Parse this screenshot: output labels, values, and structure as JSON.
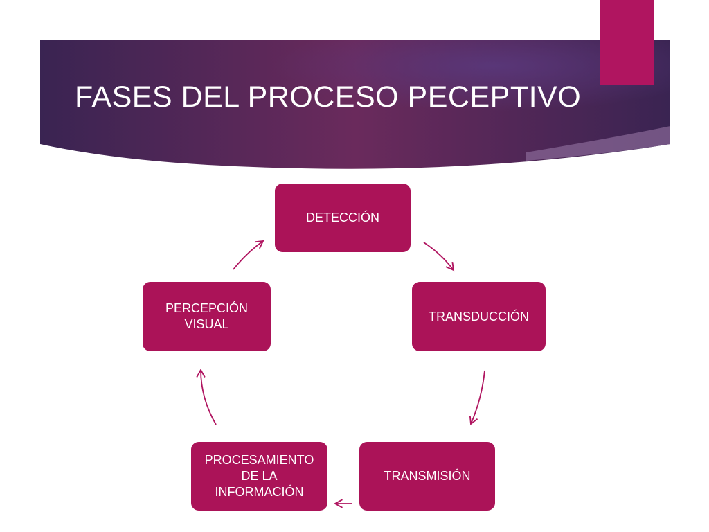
{
  "slide": {
    "title": "FASES DEL PROCESO PECEPTIVO",
    "colors": {
      "banner_dark": "#3a2452",
      "banner_mid": "#6a2a5c",
      "accent": "#b01560",
      "box_fill": "#ab1358",
      "arrow": "#b01560"
    }
  },
  "diagram": {
    "type": "cycle",
    "phases": [
      {
        "label": "DETECCIÓN"
      },
      {
        "label": "TRANSDUCCIÓN"
      },
      {
        "label": "TRANSMISIÓN"
      },
      {
        "label": "PROCESAMIENTO\nDE LA\nINFORMACIÓN"
      },
      {
        "label": "PERCEPCIÓN\nVISUAL"
      }
    ]
  }
}
